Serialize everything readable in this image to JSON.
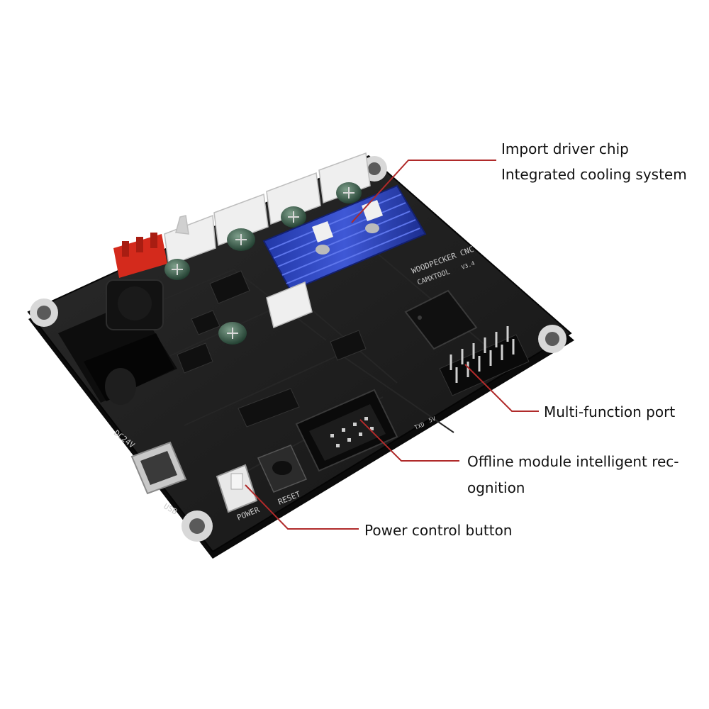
{
  "callouts": {
    "driver": {
      "line1": "Import driver chip",
      "line2": "Integrated cooling system"
    },
    "port": {
      "line1": "Multi-function port"
    },
    "offline": {
      "line1": "Offline module intelligent rec-",
      "line2": "ognition"
    },
    "power": {
      "line1": "Power control button"
    }
  },
  "silkscreen": {
    "brand": "WOODPECKER CNC",
    "model": "CAMXTOOL",
    "version": "V3.4",
    "dc_input": "DC24V",
    "usb": "USB",
    "power": "POWER",
    "reset": "RESET",
    "txd": "TXD",
    "led_5v": "5V"
  },
  "colors": {
    "board": "#1b1b1b",
    "heatsink": "#2a3fb0",
    "leader_line": "#b02a2a",
    "connector_white": "#efefef",
    "connector_red": "#d42a1c"
  }
}
